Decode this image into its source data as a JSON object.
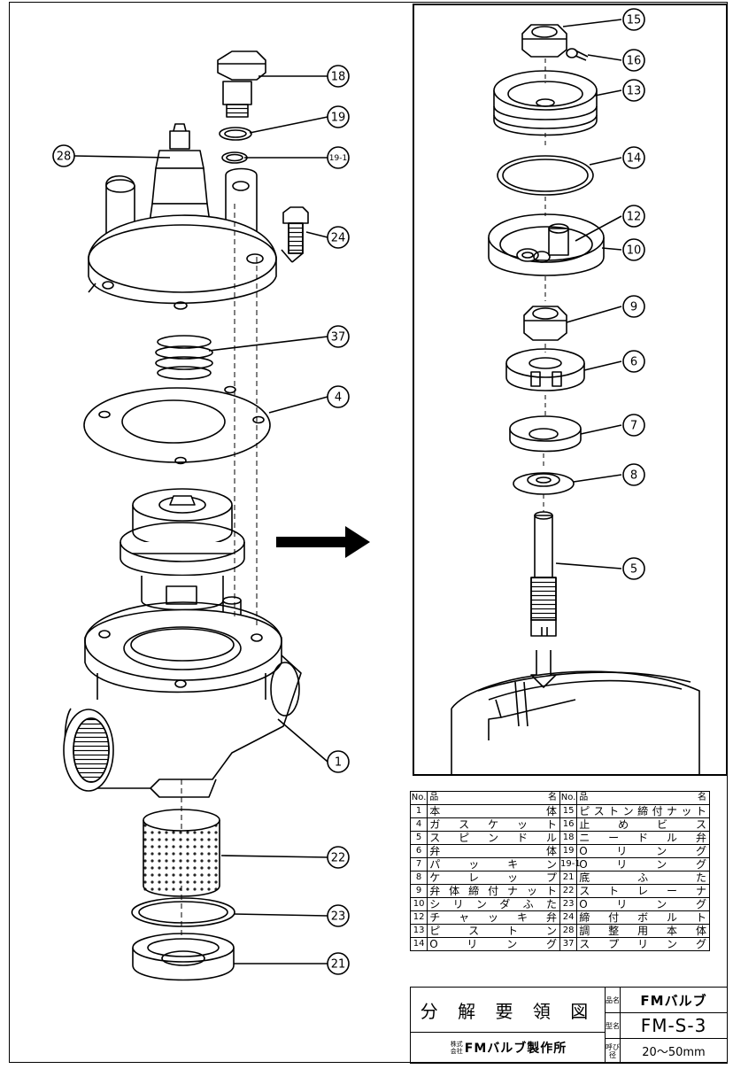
{
  "callouts": {
    "c1": "1",
    "c4": "4",
    "c5": "5",
    "c6": "6",
    "c7": "7",
    "c8": "8",
    "c9": "9",
    "c10": "10",
    "c12": "12",
    "c13": "13",
    "c14": "14",
    "c15": "15",
    "c16": "16",
    "c18": "18",
    "c19": "19",
    "c19_1": "19-1",
    "c21": "21",
    "c22": "22",
    "c23": "23",
    "c24": "24",
    "c28": "28",
    "c37": "37"
  },
  "parts_table": {
    "header": {
      "no": "No.",
      "name": "品　　　名"
    },
    "rows": [
      [
        {
          "no": "1",
          "name": "本体"
        },
        {
          "no": "15",
          "name": "ピストン締付ナット"
        }
      ],
      [
        {
          "no": "4",
          "name": "ガスケット"
        },
        {
          "no": "16",
          "name": "止めビス"
        }
      ],
      [
        {
          "no": "5",
          "name": "スピンドル"
        },
        {
          "no": "18",
          "name": "ニードル弁"
        }
      ],
      [
        {
          "no": "6",
          "name": "弁体"
        },
        {
          "no": "19",
          "name": "Oリング"
        }
      ],
      [
        {
          "no": "7",
          "name": "パッキン"
        },
        {
          "no": "19-1",
          "name": "Oリング"
        }
      ],
      [
        {
          "no": "8",
          "name": "ケレップ"
        },
        {
          "no": "21",
          "name": "底ふた"
        }
      ],
      [
        {
          "no": "9",
          "name": "弁体締付ナット"
        },
        {
          "no": "22",
          "name": "ストレーナ"
        }
      ],
      [
        {
          "no": "10",
          "name": "シリンダふた"
        },
        {
          "no": "23",
          "name": "Oリング"
        }
      ],
      [
        {
          "no": "12",
          "name": "チャッキ弁"
        },
        {
          "no": "24",
          "name": "締付ボルト"
        }
      ],
      [
        {
          "no": "13",
          "name": "ピストン"
        },
        {
          "no": "28",
          "name": "調整用本体"
        }
      ],
      [
        {
          "no": "14",
          "name": "Oリング"
        },
        {
          "no": "37",
          "name": "スプリング"
        }
      ]
    ]
  },
  "title_block": {
    "title": "分 解 要 領 図",
    "company_prefix": "株式会社",
    "company": "FMバルブ製作所",
    "label_product": "品名",
    "label_model": "型名",
    "label_size": "呼び径",
    "brand": "FMバルブ",
    "model": "FM-S-3",
    "size": "20〜50mm"
  }
}
